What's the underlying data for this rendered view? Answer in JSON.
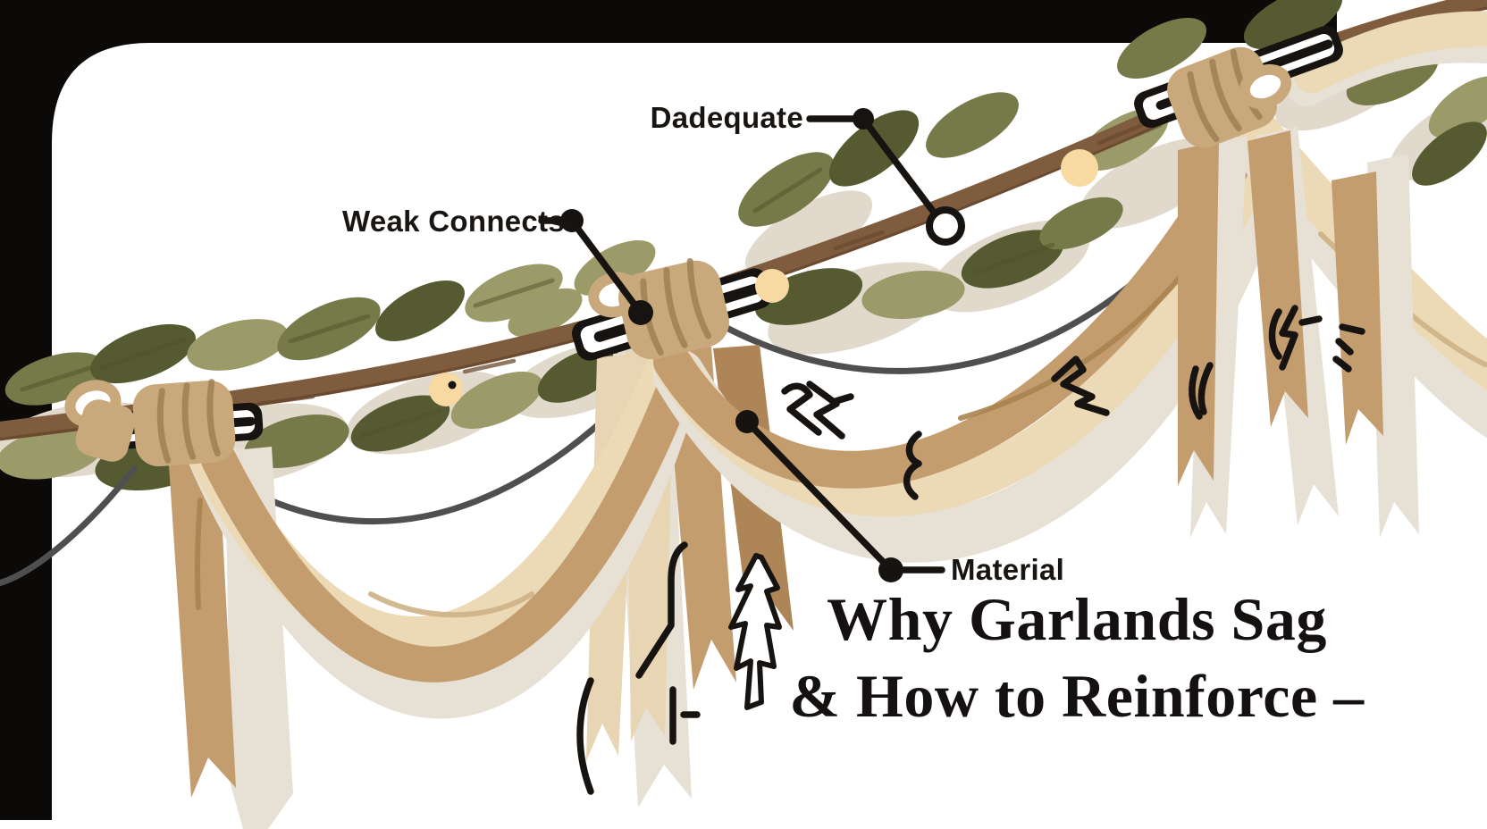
{
  "illustration": {
    "kind": "garland-sagging-diagram",
    "title": {
      "line1": "Why Garlands Sag",
      "line2": "& How to Reinforce –"
    },
    "callouts": {
      "inadequate": {
        "label": "Dadequate"
      },
      "weak_connects": {
        "label": "Weak Connects"
      },
      "material": {
        "label": "Material"
      }
    },
    "icons": [
      "connector-clamp-icon",
      "anchor-ring-icon",
      "leader-dot",
      "bead",
      "ribbon-bow",
      "sagging-wire"
    ],
    "colors": {
      "background": "#ffffff",
      "frame": "#0b0a08",
      "branch": "#7f5c3d",
      "branch_dark": "#6b4a30",
      "leaf_dark": "#565a31",
      "leaf_mid": "#767a48",
      "leaf_light": "#9b9b69",
      "leaf_shadow": "#e0d9cc",
      "vein": "#4f5229",
      "wire": "#4f4f4f",
      "bead": "#f8d9a2",
      "ribbon_pale": "#e7e0d5",
      "ribbon_cream": "#ecd9b6",
      "ribbon_cream2": "#e8d5b3",
      "ribbon_tan": "#c49d6e",
      "ribbon_tan_dark": "#ad8557",
      "cream_line": "#cdb185",
      "tan_line": "#a8834f",
      "knot": "#c9a97b",
      "knot_line": "#9f7f55",
      "ink": "#161310"
    }
  }
}
